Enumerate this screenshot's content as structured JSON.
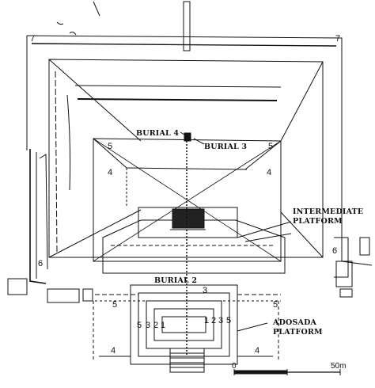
{
  "labels": {
    "burial4": "BURIAL 4",
    "burial3": "BURIAL 3",
    "burial2": "BURIAL 2",
    "intermediate_line1": "INTERMEDIATE",
    "intermediate_line2": "PLATFORM",
    "adosada_line1": "ADOSADA",
    "adosada_line2": "PLATFORM"
  },
  "stage_numbers": {
    "seven": "7",
    "six": "6",
    "five": "5",
    "four": "4",
    "three": "3",
    "two": "2",
    "one": "1"
  },
  "scale": {
    "start": "0",
    "end": "50m"
  },
  "colors": {
    "ink": "#111111",
    "paper": "#ffffff"
  }
}
